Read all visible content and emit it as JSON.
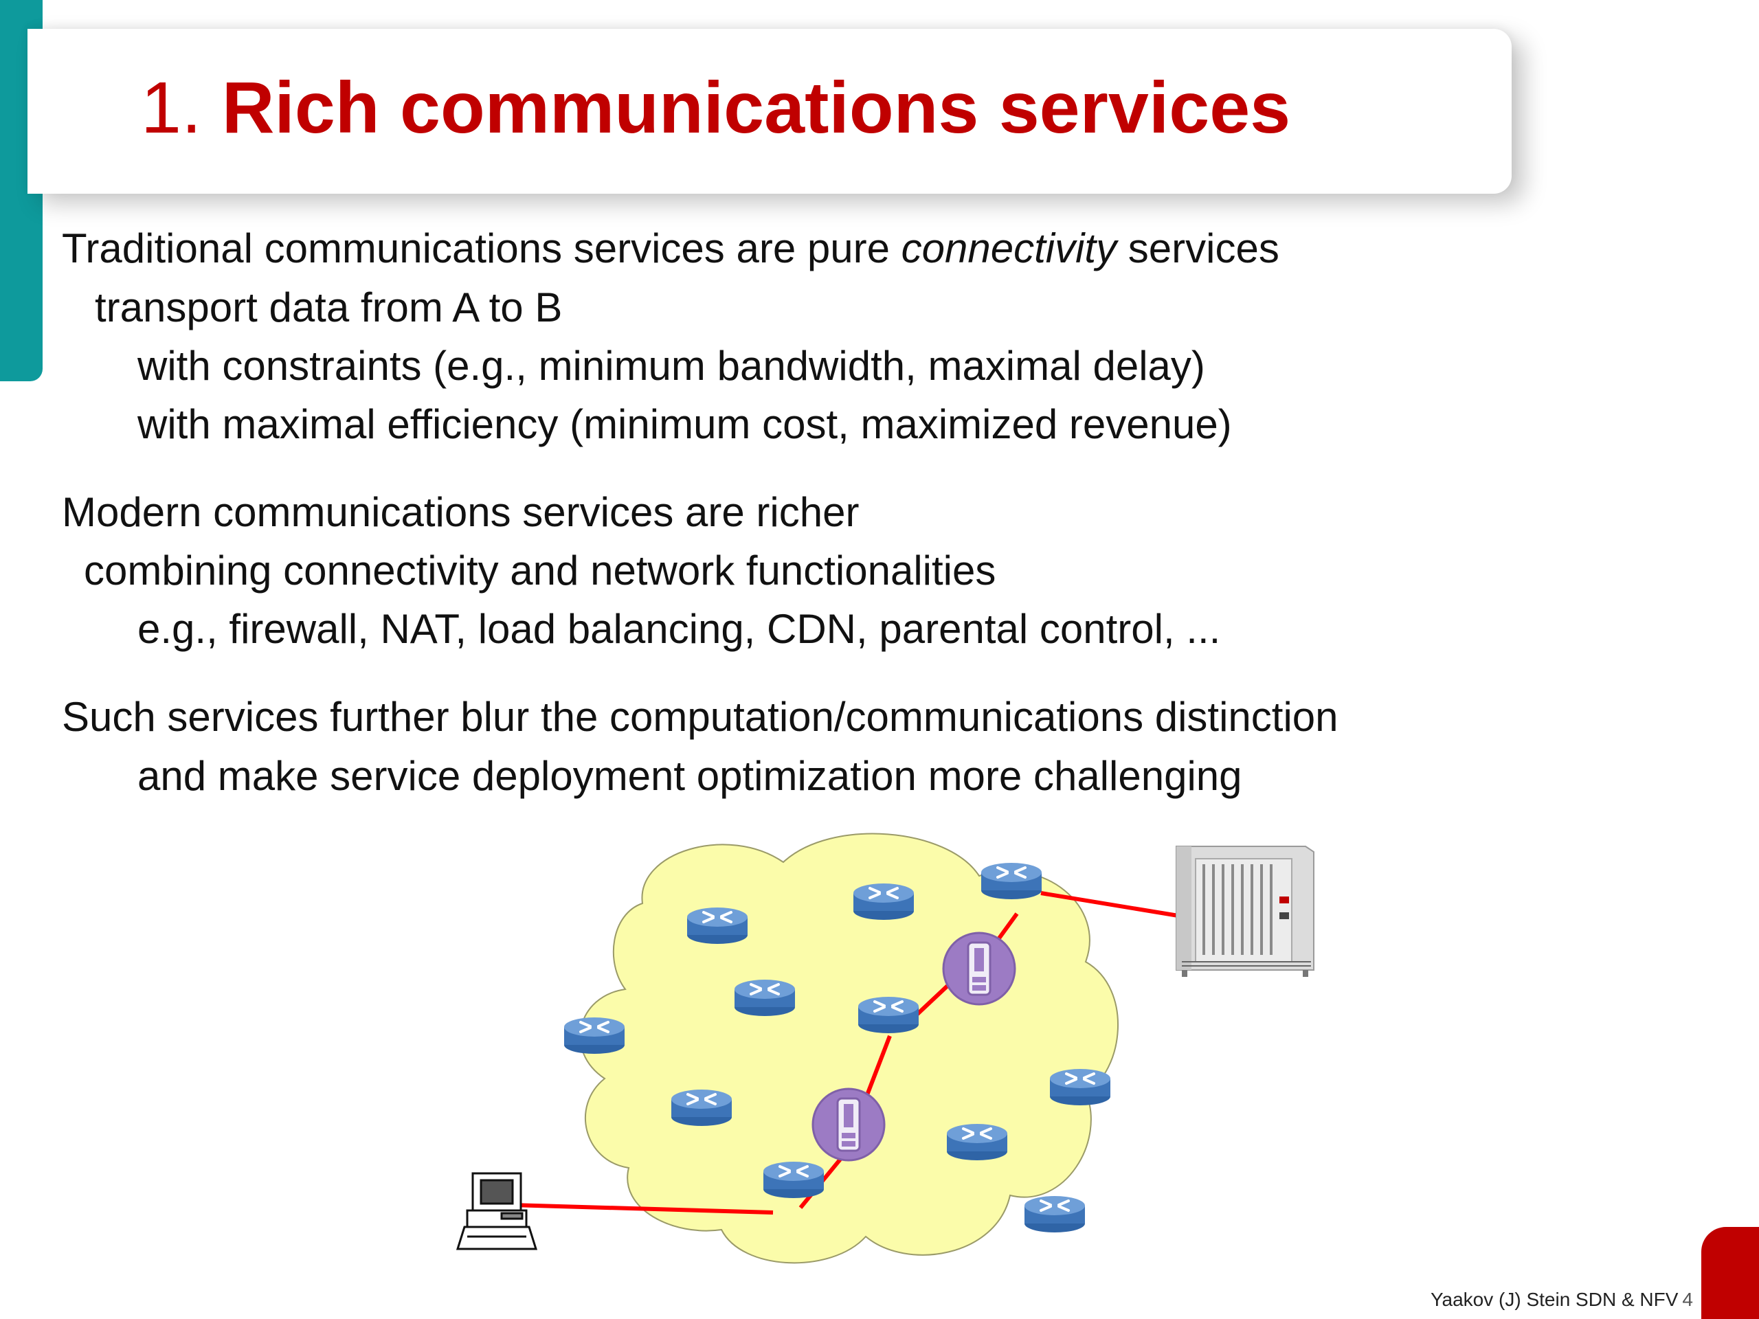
{
  "slide": {
    "title_number": "1.",
    "title_text": "Rich communications services"
  },
  "body": {
    "p1_line1_a": "Traditional communications services are pure ",
    "p1_line1_em": "connectivity",
    "p1_line1_b": " services",
    "p1_line2": "transport data from A to B",
    "p1_line3": "with constraints (e.g., minimum bandwidth, maximal delay)",
    "p1_line4": "with maximal efficiency (minimum cost, maximized revenue)",
    "p2_line1": "Modern communications services are richer",
    "p2_line2": "combining connectivity and network functionalities",
    "p2_line3": "e.g., firewall, NAT, load balancing, CDN, parental control, ...",
    "p3_line1": "Such services further blur the computation/communications distinction",
    "p3_line2": "and make service deployment optimization more challenging"
  },
  "diagram": {
    "icons": [
      "computer-icon",
      "router-icon",
      "network-function-icon",
      "server-rack-icon"
    ],
    "cloud_color": "#fbfcaa",
    "router_color": "#4a7fc1",
    "function_color": "#9a78c0",
    "link_color": "#ff0000"
  },
  "footer": {
    "author_text": "Yaakov (J) Stein SDN & NFV",
    "page_number": "4"
  },
  "colors": {
    "accent_red": "#c00000",
    "teal": "#0e9a9c"
  }
}
